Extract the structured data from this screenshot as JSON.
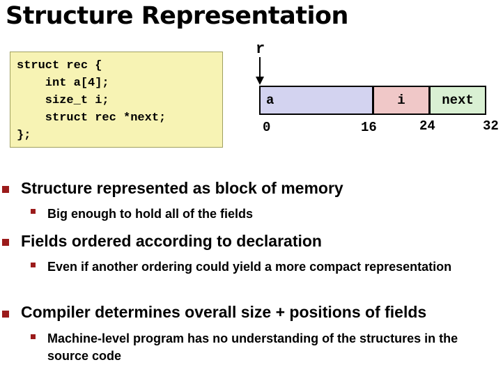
{
  "title": "Structure Representation",
  "code": {
    "lines": [
      "struct rec {",
      "    int a[4];",
      "    size_t i;",
      "    struct rec *next;",
      "};"
    ]
  },
  "memory_diagram": {
    "pointer_label": "r",
    "fields": [
      {
        "label": "a",
        "color": "#d3d3f0"
      },
      {
        "label": "i",
        "color": "#f0c8c8"
      },
      {
        "label": "next",
        "color": "#d9f0d3"
      }
    ],
    "offsets": [
      "0",
      "16",
      "24",
      "32"
    ]
  },
  "bullets": [
    {
      "text": "Structure represented as block of memory",
      "sub": [
        "Big enough to hold all of the fields"
      ]
    },
    {
      "text": "Fields ordered according to declaration",
      "sub": [
        "Even if another ordering could yield a more compact representation"
      ]
    },
    {
      "text": "Compiler determines overall size + positions of fields",
      "sub": [
        "Machine-level program has no understanding of the structures in the source code"
      ]
    }
  ],
  "colors": {
    "bullet_marker": "#9b1b1b",
    "code_background": "#f7f3b4"
  }
}
